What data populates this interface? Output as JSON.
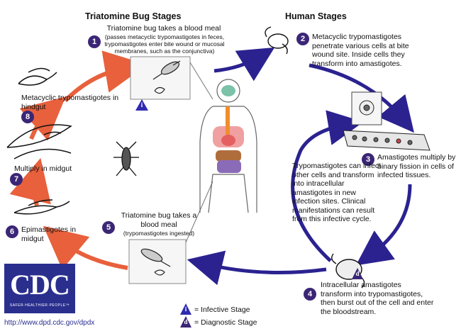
{
  "headers": {
    "bug": "Triatomine Bug Stages",
    "human": "Human Stages"
  },
  "steps": [
    {
      "num": "1",
      "title": "Triatomine bug takes a blood meal",
      "detail": "(passes metacyclic trypomastigotes in feces, trypomastigotes enter bite wound or mucosal membranes, such as the conjunctiva)"
    },
    {
      "num": "2",
      "text": "Metacyclic trypomastigotes penetrate various cells at bite wound site.  Inside cells they transform into amastigotes."
    },
    {
      "num": "3",
      "text": "Amastigotes multiply by binary fission in cells of infected tissues."
    },
    {
      "num": "4",
      "text": "Intracellular amastigotes transform into trypomastigotes, then burst out of the cell and enter the bloodstream."
    },
    {
      "num": "5",
      "title": "Triatomine bug takes a blood meal",
      "detail": "(trypomastigotes ingested)"
    },
    {
      "num": "6",
      "text": "Epimastigotes in midgut"
    },
    {
      "num": "7",
      "text": "Multiply in midgut"
    },
    {
      "num": "8",
      "text": "Metacyclic trypomastigotes in hindgut"
    }
  ],
  "center_note": "Trypomastigotes can infect other cells and transform into intracellular amastigotes in new infection sites. Clinical manifestations can result from this infective cycle.",
  "legend": {
    "infective_symbol": "i",
    "infective_label": "= Infective Stage",
    "diagnostic_symbol": "d",
    "diagnostic_label": "= Diagnostic Stage"
  },
  "logo": {
    "text": "CDC",
    "tagline": "SAFER·HEALTHIER·PEOPLE™"
  },
  "url": "http://www.dpd.cdc.gov/dpdx",
  "colors": {
    "bug_arrow": "#e8603c",
    "human_arrow": "#2b2290",
    "badge": "#3b2676",
    "logo_bg": "#2a2f8e"
  }
}
